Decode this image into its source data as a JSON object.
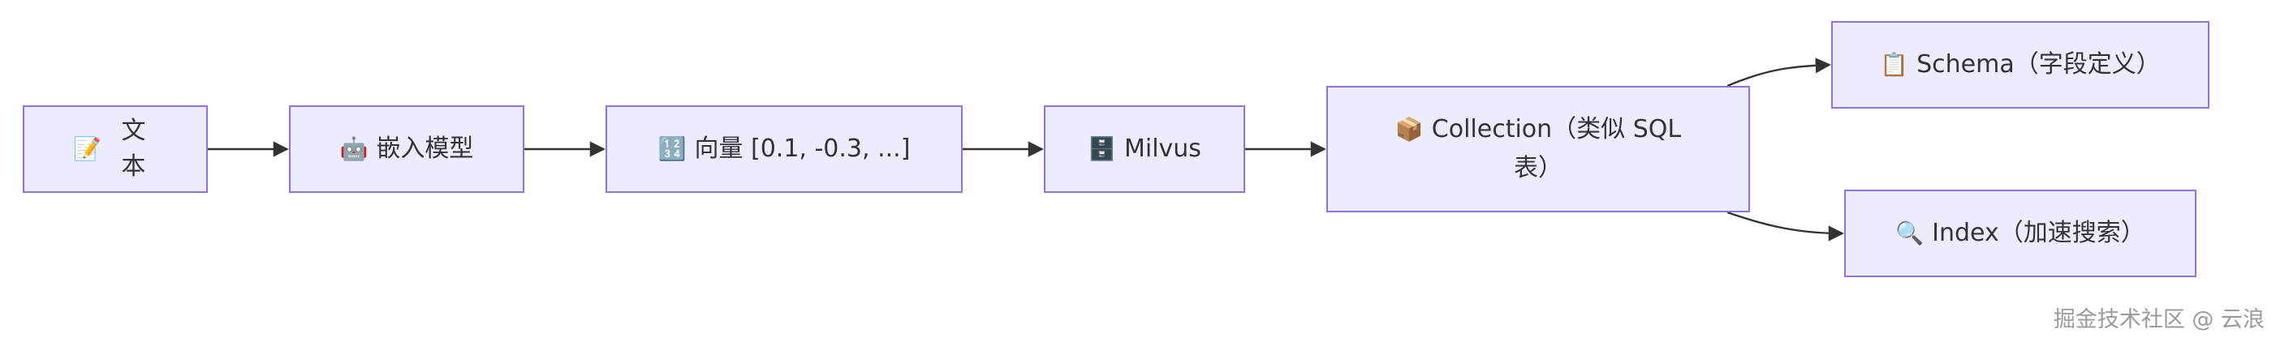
{
  "nodes": {
    "text": {
      "icon": "📝",
      "label": "文本"
    },
    "embed": {
      "icon": "🤖",
      "label": "嵌入模型"
    },
    "vector": {
      "icon": "🔢",
      "label": "向量 [0.1, -0.3, ...]"
    },
    "milvus": {
      "icon": "🗄️",
      "label": "Milvus"
    },
    "collection": {
      "icon": "📦",
      "label": "Collection（类似 SQL 表）"
    },
    "schema": {
      "icon": "📋",
      "label": "Schema（字段定义）"
    },
    "index": {
      "icon": "🔍",
      "label": "Index（加速搜索）"
    }
  },
  "watermark": "掘金技术社区 @ 云浪",
  "colors": {
    "node_fill": "#ECECFF",
    "node_border": "#9370DB",
    "edge": "#333333",
    "text": "#333333"
  }
}
